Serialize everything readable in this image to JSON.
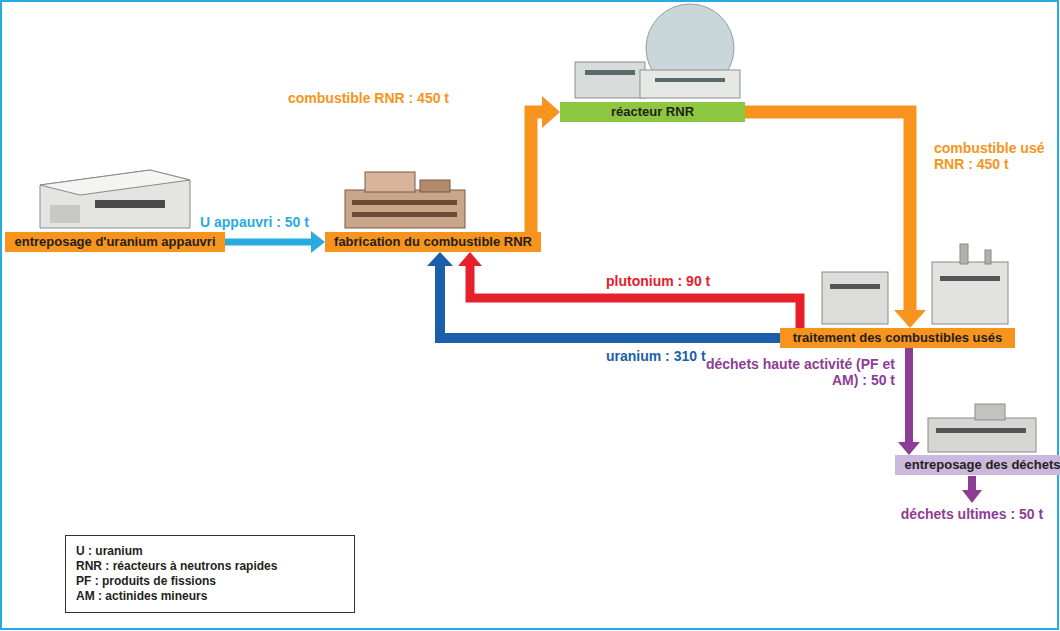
{
  "diagram": {
    "nodes": [
      {
        "text": [
          "entreposage d'uranium appauvri"
        ]
      },
      {
        "text": [
          "fabrication du combustible RNR"
        ]
      },
      {
        "text": [
          "réacteur RNR"
        ]
      },
      {
        "text": [
          "traitement des combustibles usés"
        ]
      },
      {
        "text": [
          "entreposage des déchets"
        ]
      },
      {
        "text": [
          "U : uranium",
          "RNR : réacteurs à neutrons rapides",
          "PF : produits de fissions",
          "AM : actinides mineurs"
        ]
      }
    ],
    "edges": [
      {
        "from": 0,
        "to": 1,
        "arrow": "to",
        "label": "U appauvri : 50 t"
      },
      {
        "from": 1,
        "to": 2,
        "arrow": "to",
        "label": "combustible RNR : 450 t"
      },
      {
        "from": 2,
        "to": 3,
        "arrow": "to",
        "label": "combustible usé RNR : 450 t"
      },
      {
        "from": 3,
        "to": 1,
        "arrow": "to",
        "label": "plutonium : 90 t"
      },
      {
        "from": 3,
        "to": 1,
        "arrow": "to",
        "label": "uranium : 310 t"
      },
      {
        "from": 3,
        "to": 4,
        "arrow": "to",
        "label": "déchets haute activité (PF et AM) : 50 t"
      }
    ],
    "labels": [
      "déchets ultimes : 50 t"
    ]
  }
}
